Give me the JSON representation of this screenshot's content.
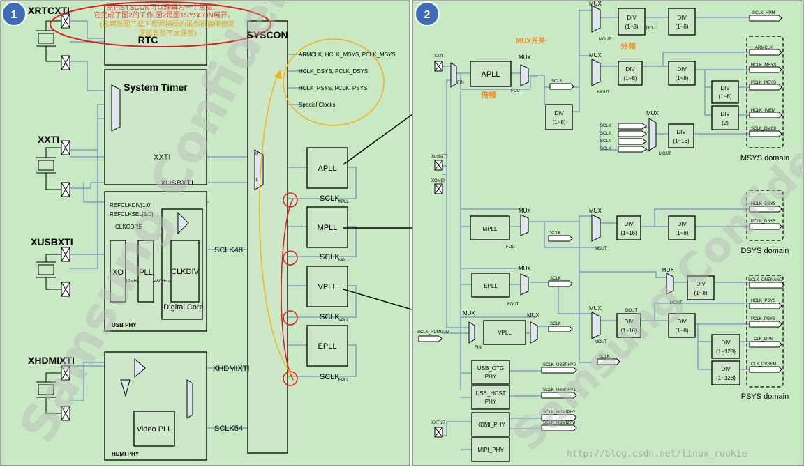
{
  "panel1": {
    "badge": "1",
    "annotation_lines": [
      "黑色SYSCON可以理解为一个黑盒,",
      "它完成了图2的工作,图2是图1SYSCON展开。",
      "(这两张图三星工程师描绘的虽然很清晰但是",
      "逻辑有些不太连贯)"
    ],
    "xrtcxti": "XRTCXTI",
    "rtc": "RTC",
    "syscon": "SYSCON",
    "system_timer": "System Timer",
    "xxti": "XXTI",
    "xxti_wire": "XXTI",
    "xusbxti_wire": "XUSBXTI",
    "xusbxti": "XUSBXTI",
    "refclkdiv": "REFCLKDIV[1:0]",
    "refclksel": "REFCLKSEL[1:0]",
    "clkcore": "CLKCORE",
    "xo": "XO",
    "pll": "PLL",
    "mhz12": "12MHz",
    "mhz480": "480MHz",
    "clkdiv": "CLKDIV",
    "digital_core": "Digital Core",
    "sclk48": "SCLK48",
    "usb_phy": "USB PHY",
    "xhdmixti": "XHDMIXTI",
    "xhdmixti_wire": "XHDMIXTI",
    "video_pll": "Video PLL",
    "sclk54": "SCLK54",
    "hdmi_phy": "HDMI PHY",
    "mux_in0": "0",
    "mux_in1": "1",
    "apll": "APLL",
    "mpll": "MPLL",
    "vpll": "VPLL",
    "epll": "EPLL",
    "sclk_apll": "SCLK",
    "sclk_apll_sub": "APLL",
    "sclk_mpll": "SCLK",
    "sclk_mpll_sub": "MPLL",
    "sclk_vpll": "SCLK",
    "sclk_vpll_sub": "VPLL",
    "sclk_epll": "SCLK",
    "sclk_epll_sub": "EPLL",
    "outputs": [
      "ARMCLK, HCLK_MSYS, PCLK_MSYS",
      "HCLK_DSYS, PCLK_DSYS",
      "HCLK_PSYS, PCLK_PSYS",
      "Special Clocks"
    ]
  },
  "panel2": {
    "badge": "2",
    "xxti": "XXTI",
    "xusbxti": "XusbXTI",
    "xom": "XOM[0]",
    "sclk_hdmi27m": "SCLK_HDMI27M",
    "xxti27": "XXTI27",
    "mux_label": "MUX开关",
    "beipin": "倍频",
    "fenpin": "分频",
    "apll": "APLL",
    "mpll": "MPLL",
    "epll": "EPLL",
    "vpll": "VPLL",
    "fin_pll": "FIN",
    "fout_apll": "FOUT",
    "fout_mpll": "FOUT",
    "fout_epll": "FOUT",
    "fin_vpll": "FIN",
    "mux_apll": "MUX",
    "mux_mpll": "MUX",
    "mux_epll": "MUX",
    "mux_vpll": "MUX",
    "mux_vpllsrc": "MUX",
    "sclk_apll": "SCLK",
    "sclk_mpll": "SCLK",
    "sclk_epll": "SCLK",
    "sclk_vpll": "SCLK",
    "div_a2m": "DIV",
    "div_a2m_range": "(1~8)",
    "mux_hpm": "MUX",
    "mux_msys": "MUX",
    "mux_dsys": "MUX",
    "mux_psys": "MUX",
    "mux_dmc0": "MUX",
    "mux_flash": "MUX",
    "mout_hpm": "MOUT",
    "mout_msys": "MOUT",
    "mout_dsys": "MOUT",
    "mout_psys": "MOUT",
    "mout_dmc0": "MOUT",
    "mout_flash": "MOUT",
    "div_copy": "DIV",
    "div_copy_range": "(1~8)",
    "dout_copy": "DOUT",
    "div_hpm": "DIV",
    "div_hpm_range": "(1~8)",
    "div_apll": "DIV",
    "div_apll_range": "(1~8)",
    "div_hclkm": "DIV",
    "div_hclkm_range": "(1~8)",
    "div_pclkm": "DIV",
    "div_pclkm_range": "(1~8)",
    "div_imem": "DIV",
    "div_imem_range": "(2)",
    "div_dmc0": "DIV",
    "div_dmc0_range": "(1~16)",
    "div_hclkd": "DIV",
    "div_hclkd_range": "(1~16)",
    "div_pclkd": "DIV",
    "div_pclkd_range": "(1~8)",
    "div_flash": "DIV",
    "div_flash_range": "(1~8)",
    "dout_hclkp": "DOUT",
    "div_hclkp": "DIV",
    "div_hclkp_range": "(1~16)",
    "div_pclkp": "DIV",
    "div_pclkp_range": "(1~8)",
    "div_dpm": "DIV",
    "div_dpm_range": "(1~128)",
    "div_dvsem": "DIV",
    "div_dvsem_range": "(1~128)",
    "sclk_hpm": "SCLK_HPM",
    "armclk": "ARMCLK",
    "hclk_msys": "HCLK_MSYS",
    "pclk_msys": "PCLK_MSYS",
    "hclk_imem": "HCLK_IMEM",
    "sclk_dmc0": "SCLK_DMC0",
    "msys_domain": "MSYS domain",
    "hclk_dsys": "HCLK_DSYS",
    "pclk_dsys": "PCLK_DSYS",
    "dsys_domain": "DSYS domain",
    "sclk_onenand": "SCLK_ONENAND",
    "hclk_psys": "HCLK_PSYS",
    "pclk_psys": "PCLK_PSYS",
    "clk_dpm": "CLK_DPM",
    "clk_dvsem": "CLK_DVSEM",
    "psys_domain": "PSYS domain",
    "sclk_a2m": "SCLK",
    "dmc_inputs": [
      "SCLK",
      "SCLK",
      "SCLK",
      "SCLK"
    ],
    "usb_otg_phy": [
      "USB_OTG",
      "PHY"
    ],
    "usb_host_phy": [
      "USB_HOST",
      "PHY"
    ],
    "hdmi_phy": "HDMI_PHY",
    "mipi_phy": "MIPI_PHY",
    "sclk_usbphy0": "SCLK_USBPHY0",
    "sclk_usbphy1": "SCLK_USBPHY1",
    "sclk_hdmiphy": "SCLK_HDMIPHY",
    "sclk_hdmi27m_out": "SCLK_HDMI27M"
  },
  "watermark": {
    "text1": "Samsung Confidential",
    "text2": "Samsung Confidential",
    "url": "http://blog.csdn.net/linux_rookie"
  }
}
